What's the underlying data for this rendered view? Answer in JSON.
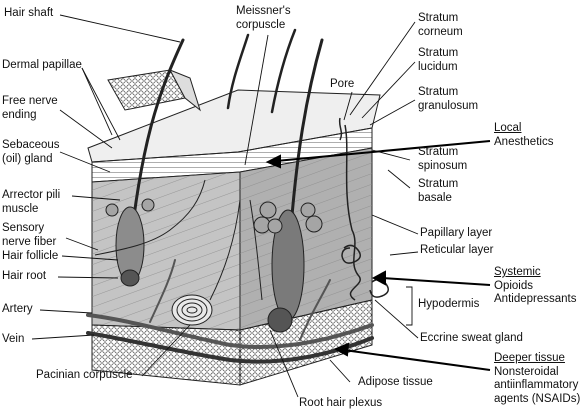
{
  "labels": {
    "hair_shaft": "Hair shaft",
    "meissners_corpuscle": "Meissner's\ncorpuscle",
    "stratum_corneum": "Stratum\ncorneum",
    "dermal_papillae": "Dermal papillae",
    "stratum_lucidum": "Stratum\nlucidum",
    "pore": "Pore",
    "free_nerve_ending": "Free nerve\nending",
    "stratum_granulosum": "Stratum\ngranulosum",
    "sebaceous_gland": "Sebaceous\n(oil) gland",
    "stratum_spinosum": "Stratum\nspinosum",
    "stratum_basale": "Stratum\nbasale",
    "arrector_pili": "Arrector pili\nmuscle",
    "sensory_nerve": "Sensory\nnerve fiber",
    "papillary_layer": "Papillary layer",
    "hair_follicle": "Hair follicle",
    "reticular_layer": "Reticular layer",
    "hair_root": "Hair root",
    "artery": "Artery",
    "hypodermis": "Hypodermis",
    "vein": "Vein",
    "eccrine_sweat_gland": "Eccrine sweat gland",
    "pacinian_corpuscle": "Pacinian corpuscle",
    "adipose_tissue": "Adipose tissue",
    "root_hair_plexus": "Root hair plexus"
  },
  "annotations": {
    "local": {
      "heading": "Local",
      "body": "Anesthetics"
    },
    "systemic": {
      "heading": "Systemic",
      "body": "Opioids\nAntidepressants"
    },
    "deeper": {
      "heading": "Deeper tissue",
      "body": "Nonsteroidal\nantiinflammatory\nagents (NSAIDs)"
    }
  },
  "colors": {
    "ink": "#111111",
    "epidermis": "#e6e6e6",
    "dermis": "#bdbdbd",
    "hypodermis": "#cfcfcf",
    "gland": "#9a9a9a"
  }
}
